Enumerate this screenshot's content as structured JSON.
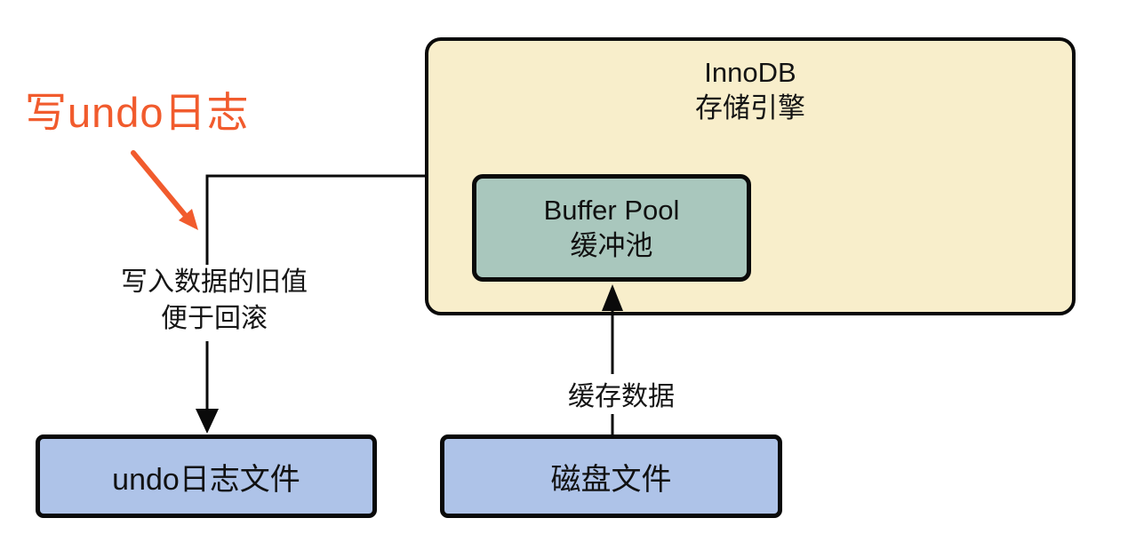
{
  "diagram": {
    "background_color": "#ffffff",
    "line_color": "#0a0a0a",
    "innodb_box": {
      "title_line1": "InnoDB",
      "title_line2": "存储引擎",
      "fill": "#f8eecb",
      "border_color": "#0a0a0a"
    },
    "buffer_pool_box": {
      "title_line1": "Buffer Pool",
      "title_line2": "缓冲池",
      "fill": "#a9c7bd",
      "border_color": "#0a0a0a"
    },
    "undo_log_file_box": {
      "label": "undo日志文件",
      "fill": "#aec3e8",
      "border_color": "#0a0a0a"
    },
    "disk_file_box": {
      "label": "磁盘文件",
      "fill": "#aec3e8",
      "border_color": "#0a0a0a"
    },
    "labels": {
      "write_undo_log": "写undo日志",
      "write_undo_log_color": "#f15b2d",
      "undo_purpose_line1": "写入数据的旧值",
      "undo_purpose_line2": "便于回滚",
      "cache_data": "缓存数据"
    }
  }
}
